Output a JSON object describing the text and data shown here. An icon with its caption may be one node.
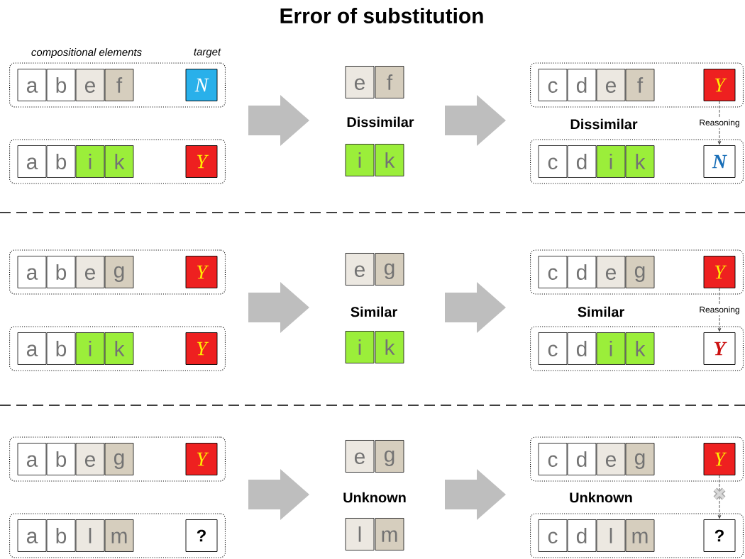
{
  "diagram": {
    "title": "Error of substitution",
    "nodes": [
      {
        "text": [],
        "shape": "box"
      },
      {
        "text": [
          "a"
        ],
        "in": 0
      },
      {
        "text": [
          "b"
        ],
        "in": 0
      },
      {
        "text": [
          "e"
        ],
        "in": 0
      },
      {
        "text": [
          "f"
        ],
        "in": 0
      },
      {
        "text": [
          "N"
        ],
        "in": 0
      },
      {
        "text": [],
        "shape": "box"
      },
      {
        "text": [
          "a"
        ],
        "in": 6
      },
      {
        "text": [
          "b"
        ],
        "in": 6
      },
      {
        "text": [
          "i"
        ],
        "in": 6
      },
      {
        "text": [
          "k"
        ],
        "in": 6
      },
      {
        "text": [
          "Y"
        ],
        "in": 6
      },
      {
        "text": [
          "e"
        ]
      },
      {
        "text": [
          "f"
        ]
      },
      {
        "text": [
          "i"
        ]
      },
      {
        "text": [
          "k"
        ]
      },
      {
        "text": [],
        "shape": "box"
      },
      {
        "text": [
          "c"
        ],
        "in": 16
      },
      {
        "text": [
          "d"
        ],
        "in": 16
      },
      {
        "text": [
          "e"
        ],
        "in": 16
      },
      {
        "text": [
          "f"
        ],
        "in": 16
      },
      {
        "text": [
          "Y"
        ],
        "in": 16
      },
      {
        "text": [],
        "shape": "box"
      },
      {
        "text": [
          "c"
        ],
        "in": 22
      },
      {
        "text": [
          "d"
        ],
        "in": 22
      },
      {
        "text": [
          "i"
        ],
        "in": 22
      },
      {
        "text": [
          "k"
        ],
        "in": 22
      },
      {
        "text": [
          "N"
        ],
        "in": 22
      },
      {
        "text": [],
        "shape": "box"
      },
      {
        "text": [
          "a"
        ],
        "in": 28
      },
      {
        "text": [
          "b"
        ],
        "in": 28
      },
      {
        "text": [
          "e"
        ],
        "in": 28
      },
      {
        "text": [
          "g"
        ],
        "in": 28
      },
      {
        "text": [
          "Y"
        ],
        "in": 28
      },
      {
        "text": [],
        "shape": "box"
      },
      {
        "text": [
          "a"
        ],
        "in": 34
      },
      {
        "text": [
          "b"
        ],
        "in": 34
      },
      {
        "text": [
          "i"
        ],
        "in": 34
      },
      {
        "text": [
          "k"
        ],
        "in": 34
      },
      {
        "text": [
          "Y"
        ],
        "in": 34
      },
      {
        "text": [
          "e"
        ]
      },
      {
        "text": [
          "g"
        ]
      },
      {
        "text": [
          "i"
        ]
      },
      {
        "text": [
          "k"
        ]
      },
      {
        "text": [],
        "shape": "box"
      },
      {
        "text": [
          "c"
        ],
        "in": 44
      },
      {
        "text": [
          "d"
        ],
        "in": 44
      },
      {
        "text": [
          "e"
        ],
        "in": 44
      },
      {
        "text": [
          "g"
        ],
        "in": 44
      },
      {
        "text": [
          "Y"
        ],
        "in": 44
      },
      {
        "text": [],
        "shape": "box"
      },
      {
        "text": [
          "c"
        ],
        "in": 50
      },
      {
        "text": [
          "d"
        ],
        "in": 50
      },
      {
        "text": [
          "i"
        ],
        "in": 50
      },
      {
        "text": [
          "k"
        ],
        "in": 50
      },
      {
        "text": [
          "Y"
        ],
        "in": 50
      },
      {
        "text": [],
        "shape": "box"
      },
      {
        "text": [
          "a"
        ],
        "in": 56
      },
      {
        "text": [
          "b"
        ],
        "in": 56
      },
      {
        "text": [
          "e"
        ],
        "in": 56
      },
      {
        "text": [
          "g"
        ],
        "in": 56
      },
      {
        "text": [
          "Y"
        ],
        "in": 56
      },
      {
        "text": [],
        "shape": "box"
      },
      {
        "text": [
          "a"
        ],
        "in": 62
      },
      {
        "text": [
          "b"
        ],
        "in": 62
      },
      {
        "text": [
          "l"
        ],
        "in": 62
      },
      {
        "text": [
          "m"
        ],
        "in": 62
      },
      {
        "text": [
          "?"
        ],
        "in": 62
      },
      {
        "text": [
          "e"
        ]
      },
      {
        "text": [
          "g"
        ]
      },
      {
        "text": [
          "l"
        ]
      },
      {
        "text": [
          "m"
        ]
      },
      {
        "text": [],
        "shape": "box"
      },
      {
        "text": [
          "c"
        ],
        "in": 72
      },
      {
        "text": [
          "d"
        ],
        "in": 72
      },
      {
        "text": [
          "e"
        ],
        "in": 72
      },
      {
        "text": [
          "g"
        ],
        "in": 72
      },
      {
        "text": [
          "Y"
        ],
        "in": 72
      },
      {
        "text": [],
        "shape": "box"
      },
      {
        "text": [
          "c"
        ],
        "in": 78
      },
      {
        "text": [
          "d"
        ],
        "in": 78
      },
      {
        "text": [
          "l"
        ],
        "in": 78
      },
      {
        "text": [
          "m"
        ],
        "in": 78
      },
      {
        "text": [
          "?"
        ],
        "in": 78
      }
    ],
    "edges": [
      {
        "from": 21,
        "to": 27,
        "arrow": "to",
        "style": "dashed",
        "label": "Reasoning"
      },
      {
        "from": 49,
        "to": 55,
        "arrow": "to",
        "style": "dashed",
        "label": "Reasoning"
      },
      {
        "from": 77,
        "to": 83,
        "arrow": "to",
        "style": "dashed"
      }
    ],
    "labels": [
      "compositional elements",
      "target",
      "Dissimilar",
      "Dissimilar",
      "Similar",
      "Similar",
      "Unknown",
      "Unknown"
    ]
  }
}
